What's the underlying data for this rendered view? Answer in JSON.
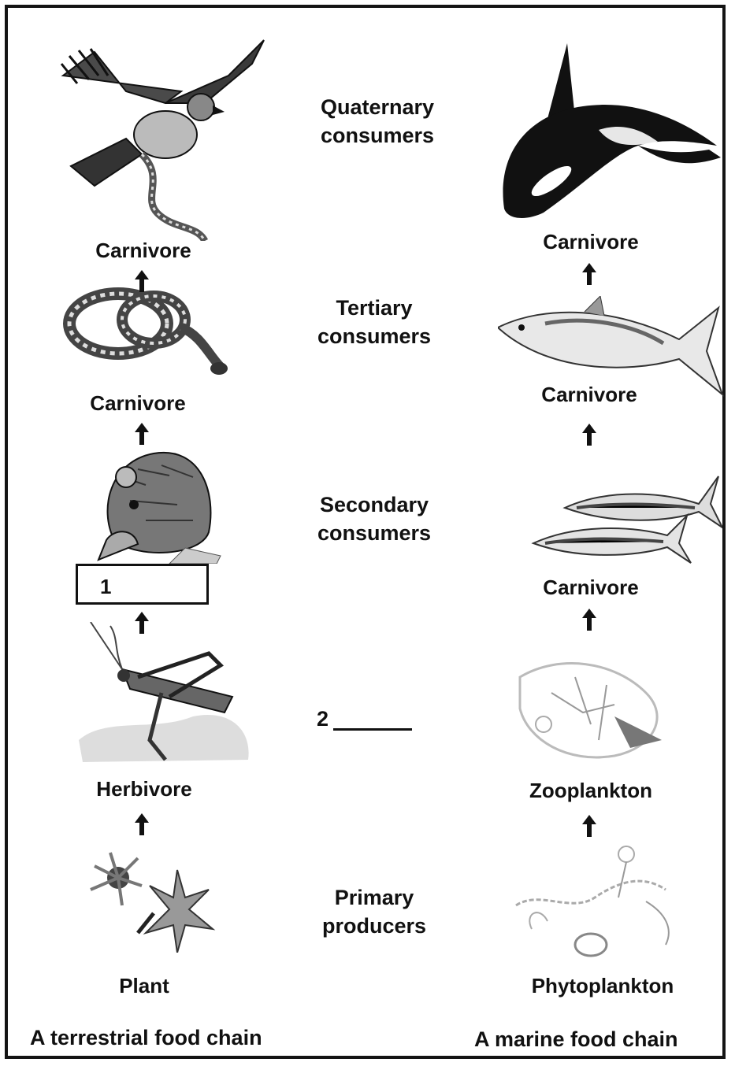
{
  "levels": {
    "quaternary": [
      "Quaternary",
      "consumers"
    ],
    "tertiary": [
      "Tertiary",
      "consumers"
    ],
    "secondary": [
      "Secondary",
      "consumers"
    ],
    "primary_consumers_blank": {
      "number": "2",
      "line": "______"
    },
    "producers": [
      "Primary",
      "producers"
    ]
  },
  "terrestrial": {
    "title": "A terrestrial food chain",
    "labels": [
      "Carnivore",
      "Carnivore",
      "Herbivore",
      "Plant"
    ],
    "blank_box": "1",
    "organisms": [
      "hawk-icon",
      "snake-icon",
      "mouse-icon",
      "grasshopper-icon",
      "plant-icon"
    ]
  },
  "marine": {
    "title": "A marine food chain",
    "labels": [
      "Carnivore",
      "Carnivore",
      "Carnivore",
      "Zooplankton",
      "Phytoplankton"
    ],
    "organisms": [
      "orca-icon",
      "tuna-icon",
      "small-fish-icon",
      "zooplankton-icon",
      "phytoplankton-icon"
    ]
  },
  "colors": {
    "ink": "#111111",
    "background": "#ffffff"
  }
}
